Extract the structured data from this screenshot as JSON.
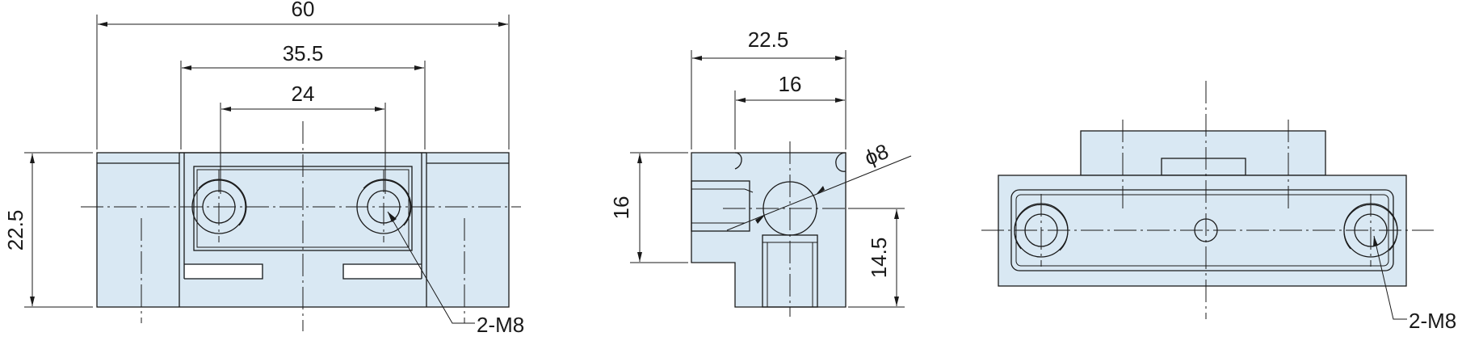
{
  "front_view": {
    "overall_width": "60",
    "hole_pitch_outer": "35.5",
    "hole_pitch": "24",
    "height": "22.5",
    "thread_callout": "2-M8"
  },
  "side_view": {
    "overall_depth": "22.5",
    "hole_offset": "16",
    "hole_diameter": "ϕ8",
    "step_height": "16",
    "hole_center_height": "14.5"
  },
  "top_view": {
    "thread_callout": "2-M8"
  },
  "colors": {
    "part_fill": "#d9e8f3",
    "line": "#1a1a1a"
  }
}
